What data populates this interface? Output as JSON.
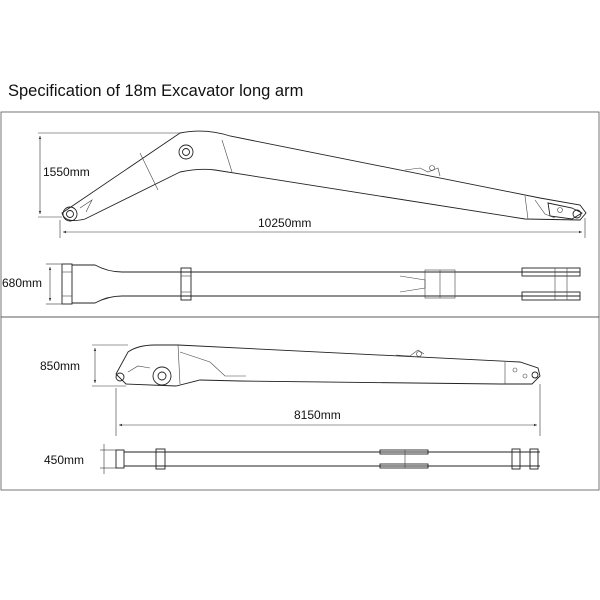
{
  "title": "Specification of 18m Excavator long arm",
  "boom": {
    "side_height": "1550mm",
    "side_length": "10250mm",
    "top_width": "680mm"
  },
  "stick": {
    "side_height": "850mm",
    "side_length": "8150mm",
    "top_width": "450mm"
  }
}
